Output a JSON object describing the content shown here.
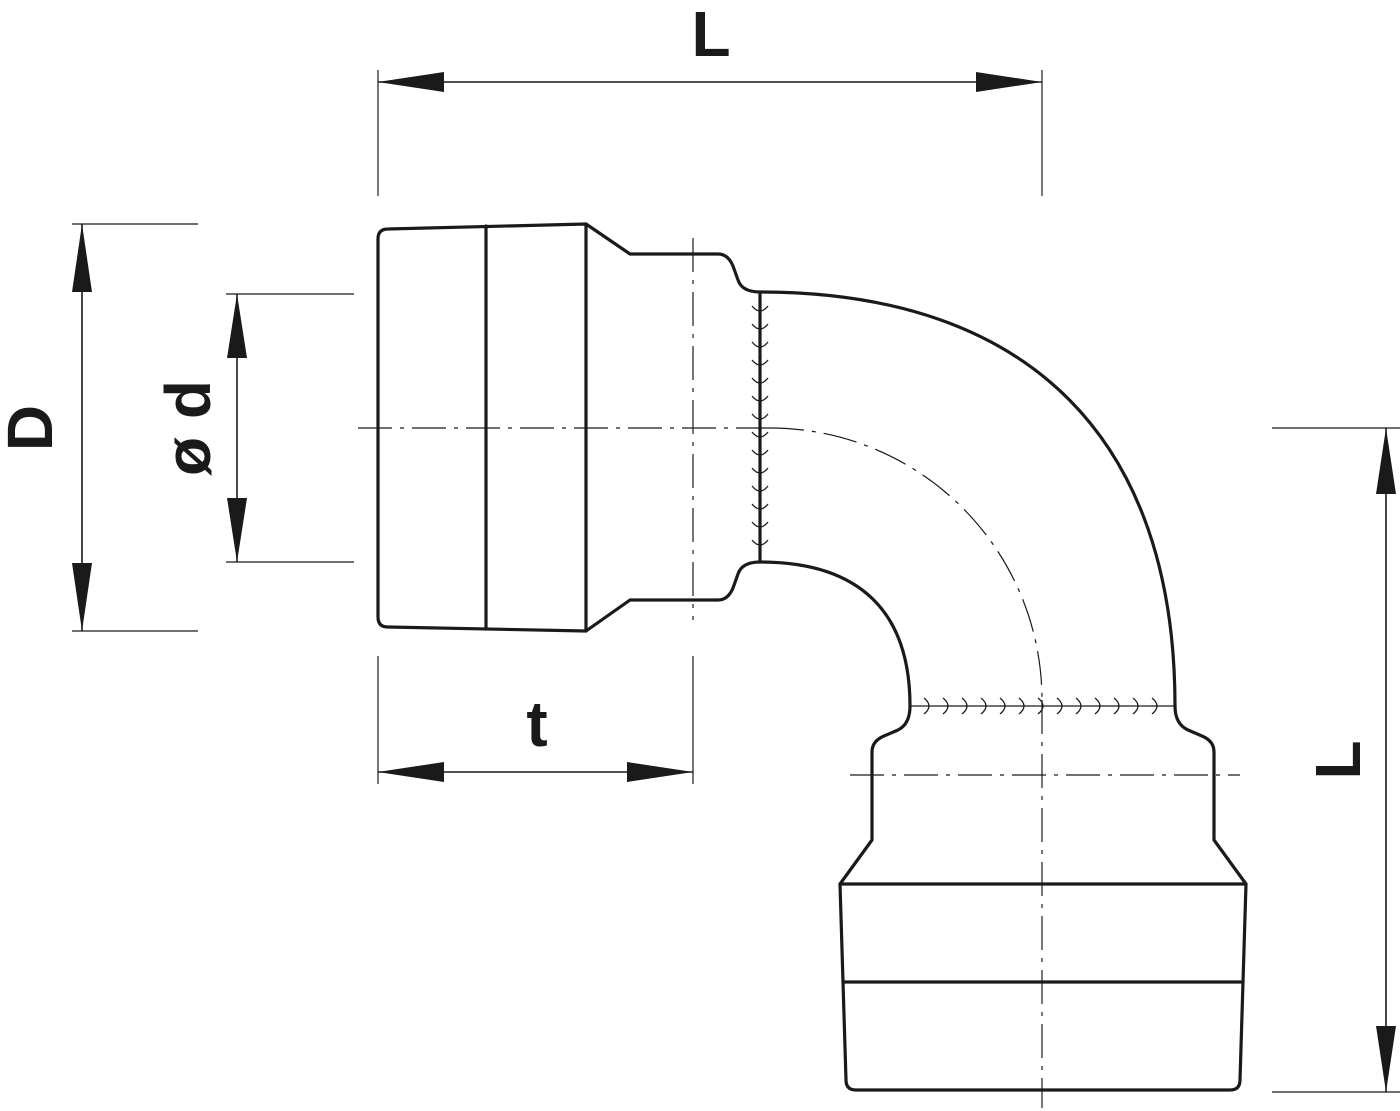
{
  "labels": {
    "length_top": "L",
    "length_right": "L",
    "outer_diameter": "D",
    "inner_diameter": "ø d",
    "socket_depth": "t"
  },
  "colors": {
    "line": "#1a1a1a",
    "background": "#ffffff"
  }
}
